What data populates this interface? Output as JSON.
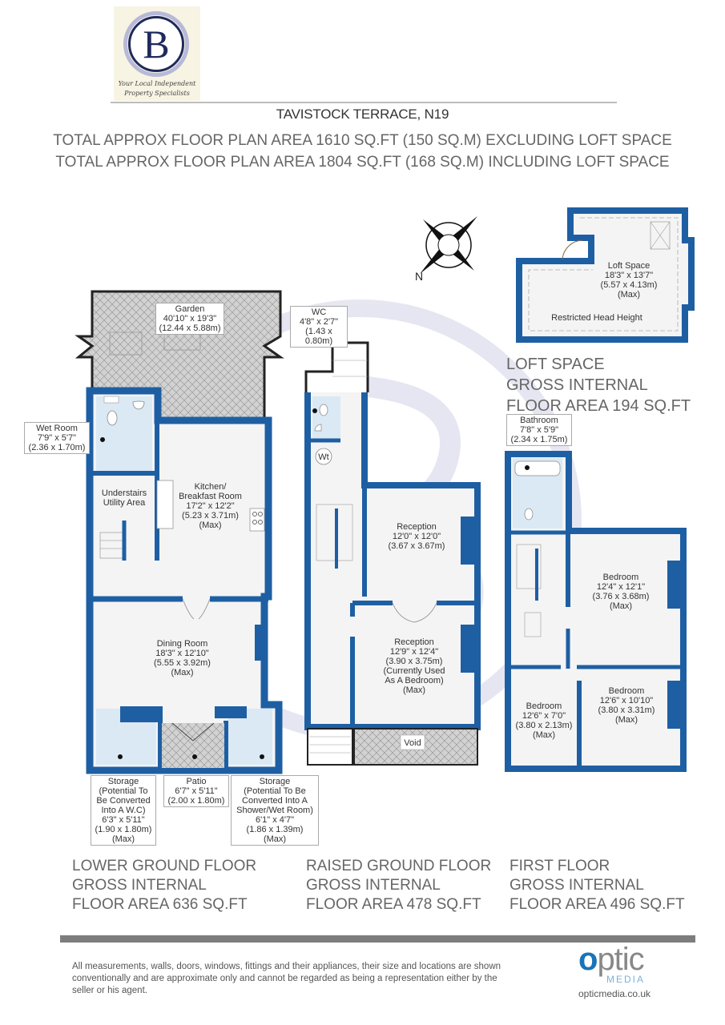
{
  "agent_logo": {
    "letter": "B",
    "tagline_line1": "Your Local Independent",
    "tagline_line2": "Property Specialists",
    "colors": {
      "navy": "#1f2a5c",
      "ring": "#b8b9d8",
      "background": "#f7f4e3"
    }
  },
  "header": {
    "property": "TAVISTOCK TERRACE, N19",
    "area_excluding_loft": "TOTAL APPROX FLOOR PLAN AREA 1610 SQ.FT (150 SQ.M) EXCLUDING LOFT SPACE",
    "area_including_loft": "TOTAL APPROX FLOOR PLAN AREA 1804 SQ.FT (168 SQ.M) INCLUDING LOFT SPACE"
  },
  "compass": {
    "label": "N"
  },
  "colors": {
    "wall": "#1e5fa3",
    "wet_room_fill": "#dbe9f4",
    "floor_fill": "#f4f4f4",
    "hatch": "#bcbcbc",
    "watermark": "#c9c9e3"
  },
  "floors": {
    "lower_ground": {
      "caption_line1": "LOWER GROUND FLOOR",
      "caption_line2": "GROSS INTERNAL",
      "caption_line3": "FLOOR AREA 636 SQ.FT",
      "rooms": {
        "garden": {
          "name": "Garden",
          "dims_imperial": "40'10\" x 19'3\"",
          "dims_metric": "(12.44 x 5.88m)"
        },
        "wet_room": {
          "name": "Wet Room",
          "dims_imperial": "7'9\" x 5'7\"",
          "dims_metric": "(2.36 x 1.70m)"
        },
        "utility": {
          "name_line1": "Understairs",
          "name_line2": "Utility Area"
        },
        "kitchen": {
          "name_line1": "Kitchen/",
          "name_line2": "Breakfast Room",
          "dims_imperial": "17'2\" x 12'2\"",
          "dims_metric": "(5.23 x 3.71m)",
          "note": "(Max)"
        },
        "dining": {
          "name": "Dining Room",
          "dims_imperial": "18'3\" x 12'10\"",
          "dims_metric": "(5.55 x 3.92m)",
          "note": "(Max)"
        },
        "storage_left": {
          "name": "Storage",
          "desc_line1": "(Potential To",
          "desc_line2": "Be Converted",
          "desc_line3": "Into A W.C)",
          "dims_imperial": "6'3\" x 5'11\"",
          "dims_metric": "(1.90 x 1.80m)",
          "note": "(Max)"
        },
        "patio": {
          "name": "Patio",
          "dims_imperial": "6'7\" x 5'11\"",
          "dims_metric": "(2.00 x 1.80m)"
        },
        "storage_right": {
          "name": "Storage",
          "desc_line1": "(Potential To Be",
          "desc_line2": "Converted Into A",
          "desc_line3": "Shower/Wet Room)",
          "dims_imperial": "6'1\" x 4'7\"",
          "dims_metric": "(1.86 x 1.39m)",
          "note": "(Max)"
        }
      }
    },
    "raised_ground": {
      "caption_line1": "RAISED GROUND FLOOR",
      "caption_line2": "GROSS INTERNAL",
      "caption_line3": "FLOOR AREA 478 SQ.FT",
      "rooms": {
        "wc": {
          "name": "WC",
          "dims_imperial": "4'8\" x 2'7\"",
          "dims_metric": "(1.43 x 0.80m)"
        },
        "wt": {
          "label": "Wt"
        },
        "reception_rear": {
          "name": "Reception",
          "dims_imperial": "12'0\" x 12'0\"",
          "dims_metric": "(3.67 x 3.67m)"
        },
        "reception_front": {
          "name": "Reception",
          "dims_imperial": "12'9\" x 12'4\"",
          "dims_metric": "(3.90 x 3.75m)",
          "note_line1": "(Currently Used",
          "note_line2": "As A Bedroom)",
          "note": "(Max)"
        },
        "void": {
          "label": "Void"
        }
      }
    },
    "first": {
      "caption_line1": "FIRST FLOOR",
      "caption_line2": "GROSS INTERNAL",
      "caption_line3": "FLOOR AREA 496 SQ.FT",
      "rooms": {
        "bathroom": {
          "name": "Bathroom",
          "dims_imperial": "7'8\" x 5'9\"",
          "dims_metric": "(2.34 x 1.75m)"
        },
        "bedroom_rear": {
          "name": "Bedroom",
          "dims_imperial": "12'4\" x 12'1\"",
          "dims_metric": "(3.76 x 3.68m)",
          "note": "(Max)"
        },
        "bedroom_small": {
          "name": "Bedroom",
          "dims_imperial": "12'6\" x 7'0\"",
          "dims_metric": "(3.80 x 2.13m)",
          "note": "(Max)"
        },
        "bedroom_front": {
          "name": "Bedroom",
          "dims_imperial": "12'6\" x 10'10\"",
          "dims_metric": "(3.80 x 3.31m)",
          "note": "(Max)"
        }
      }
    },
    "loft": {
      "caption_line1": "LOFT SPACE",
      "caption_line2": "GROSS INTERNAL",
      "caption_line3": "FLOOR AREA 194 SQ.FT",
      "rooms": {
        "loft": {
          "name": "Loft Space",
          "dims_imperial": "18'3\" x 13'7\"",
          "dims_metric": "(5.57 x 4.13m)",
          "note": "(Max)",
          "restriction": "Restricted Head Height"
        }
      }
    }
  },
  "footer": {
    "disclaimer": "All measurements, walls, doors, windows, fittings and their appliances, their size and locations are shown conventionally and are approximate only and cannot be regarded as being a representation either by the seller or his agent.",
    "brand_word_o": "o",
    "brand_word_rest": "ptic",
    "brand_sub": "MEDIA",
    "brand_url": "opticmedia.co.uk"
  }
}
